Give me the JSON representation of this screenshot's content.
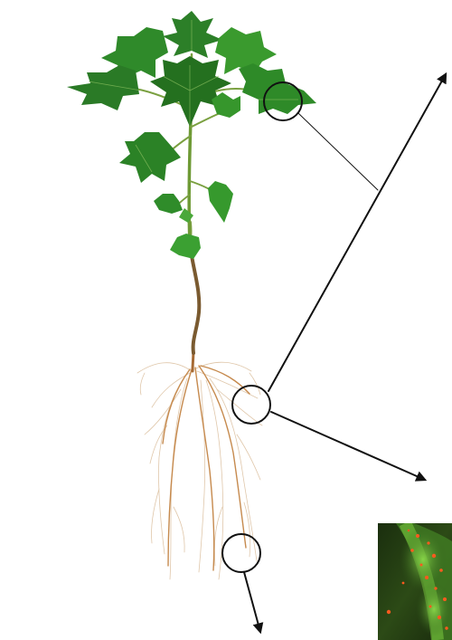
{
  "diagram": {
    "subject": "plant-seedling-with-root-system",
    "callouts": [
      {
        "name": "leaf-region",
        "connector": "line"
      },
      {
        "name": "root-crown-region",
        "connector": "arrows"
      },
      {
        "name": "root-tip-region",
        "connector": "arrow"
      }
    ],
    "inset": {
      "name": "fluorescence-micrograph",
      "colors": [
        "#1f3a12",
        "#6cc23a",
        "#ff5a1e"
      ]
    },
    "colors": {
      "leaf_dark": "#1f6b1f",
      "leaf_mid": "#2e8b2a",
      "leaf_light": "#4ea83a",
      "stem": "#5b8a2c",
      "stem_lower": "#8a5a2b",
      "root": "#c9955f",
      "root_fine": "#d8b48a",
      "annotation": "#111111"
    }
  }
}
